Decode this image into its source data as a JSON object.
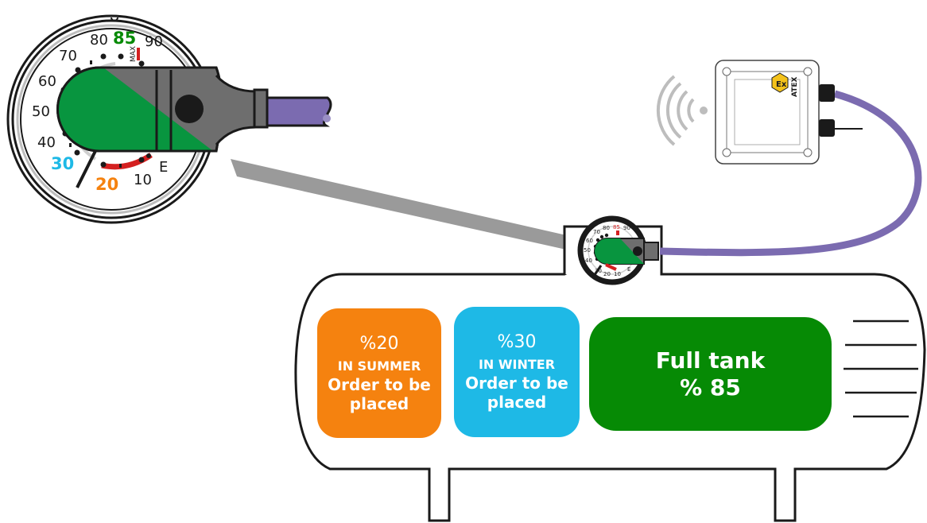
{
  "gauge": {
    "scale_labels": [
      "10",
      "20",
      "30",
      "40",
      "50",
      "60",
      "70",
      "80",
      "85",
      "90"
    ],
    "max_label": "MAX",
    "empty_label": "E",
    "current_level_percent": 85,
    "highlight_labels": {
      "full": "85",
      "winter": "30",
      "summer": "20"
    }
  },
  "mini_gauge": {
    "scale_labels": [
      "10",
      "20",
      "30",
      "40",
      "50",
      "60",
      "70",
      "80",
      "85",
      "90"
    ],
    "empty_label": "E"
  },
  "transmitter": {
    "badge": "Ex",
    "certification": "ATEX"
  },
  "status_boxes": [
    {
      "id": "summer",
      "percent": "%20",
      "season": "IN SUMMER",
      "message": "Order to be placed",
      "color": "#F5820F"
    },
    {
      "id": "winter",
      "percent": "%30",
      "season": "IN WINTER",
      "message": "Order to be placed",
      "color": "#1EB9E6"
    },
    {
      "id": "full",
      "title": "Full tank",
      "value": "% 85",
      "color": "#068A05"
    }
  ],
  "colors": {
    "green": "#068A05",
    "gauge_green": "#08953F",
    "orange": "#F5820F",
    "blue": "#1EB9E6",
    "red": "#D42020",
    "cable": "#7B6BB0",
    "gray": "#6E6E6E",
    "ex_yellow": "#F4C21B"
  }
}
